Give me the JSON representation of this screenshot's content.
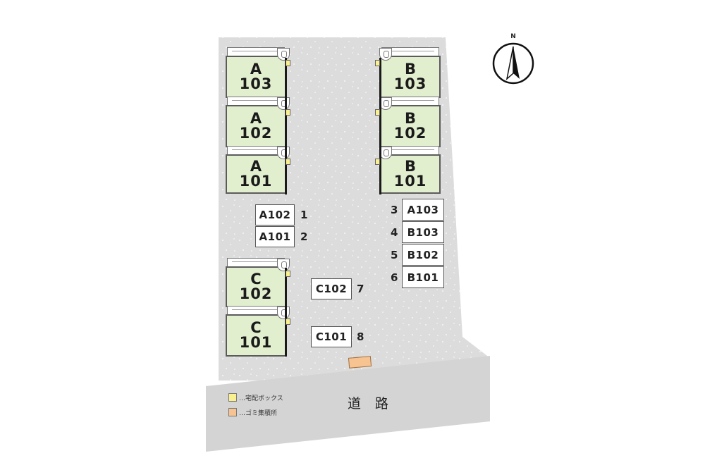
{
  "compass": {
    "label": "N"
  },
  "road": {
    "label": "道路"
  },
  "units": [
    {
      "id": "A103",
      "line1": "A",
      "line2": "103"
    },
    {
      "id": "A102",
      "line1": "A",
      "line2": "102"
    },
    {
      "id": "A101",
      "line1": "A",
      "line2": "101"
    },
    {
      "id": "B103",
      "line1": "B",
      "line2": "103"
    },
    {
      "id": "B102",
      "line1": "B",
      "line2": "102"
    },
    {
      "id": "B101",
      "line1": "B",
      "line2": "101"
    },
    {
      "id": "C102",
      "line1": "C",
      "line2": "102"
    },
    {
      "id": "C101",
      "line1": "C",
      "line2": "101"
    }
  ],
  "parking": [
    {
      "number": "1",
      "unit": "A102"
    },
    {
      "number": "2",
      "unit": "A101"
    },
    {
      "number": "3",
      "unit": "A103"
    },
    {
      "number": "4",
      "unit": "B103"
    },
    {
      "number": "5",
      "unit": "B102"
    },
    {
      "number": "6",
      "unit": "B101"
    },
    {
      "number": "7",
      "unit": "C102"
    },
    {
      "number": "8",
      "unit": "C101"
    }
  ],
  "legend": [
    {
      "label": "…宅配ボックス",
      "color": "#fbf08f"
    },
    {
      "label": "…ゴミ集積所",
      "color": "#f6c391"
    }
  ],
  "colors": {
    "lot": "#dcdcdc",
    "road": "#d4d4d4",
    "unit_fill": "#e2efcf",
    "delivery_box": "#fbf08f",
    "garbage": "#f6c391"
  }
}
